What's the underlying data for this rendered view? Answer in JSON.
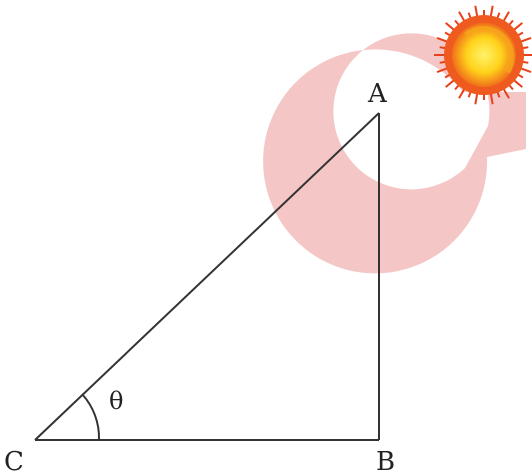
{
  "diagram": {
    "vertices": {
      "a": "A",
      "b": "B",
      "c": "C"
    },
    "angle_label": "θ"
  },
  "colors": {
    "watermark_ring": "#f5c6c6",
    "line": "#333333",
    "sun_core": "#ffd21a",
    "sun_outer": "#e8401a",
    "sun_highlight": "#f7a81c"
  },
  "icons": {
    "watermark": "g-logo-watermark",
    "sun": "sun-icon"
  }
}
